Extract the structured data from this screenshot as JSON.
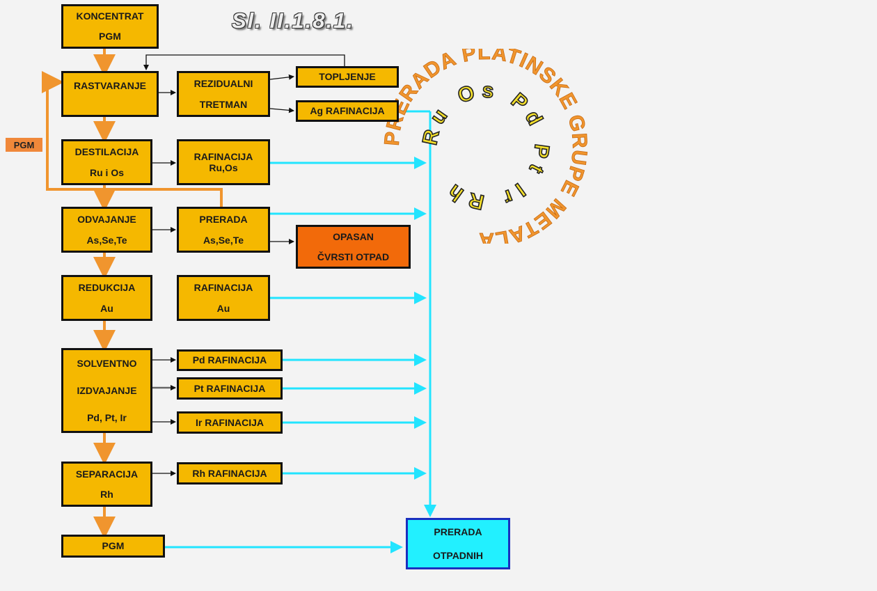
{
  "title": "Sl. II.1.8.1.",
  "side_label": "PGM",
  "ring": {
    "outer_text": "PRERADA PLATINSKE GRUPE METALA",
    "inner_text": "Ru Os Pd Pt Ir Rh",
    "outer_color": "#f0952e",
    "inner_color": "#f5e02a"
  },
  "boxes": {
    "koncentrat": [
      "KONCENTRAT",
      "PGM"
    ],
    "rastvaranje": [
      "RASTVARANJE"
    ],
    "rezidualni": [
      "REZIDUALNI",
      "TRETMAN"
    ],
    "topljenje": [
      "TOPLJENJE"
    ],
    "ag_raf": [
      "Ag RAFINACIJA"
    ],
    "destilacija": [
      "DESTILACIJA",
      "Ru i Os"
    ],
    "raf_ruos": [
      "RAFINACIJA",
      "Ru,Os"
    ],
    "odvajanje": [
      "ODVAJANJE",
      "As,Se,Te"
    ],
    "prerada_ast": [
      "PRERADA",
      "As,Se,Te"
    ],
    "opasan": [
      "OPASAN",
      "ČVRSTI OTPAD"
    ],
    "redukcija": [
      "REDUKCIJA",
      "Au"
    ],
    "raf_au": [
      "RAFINACIJA",
      "Au"
    ],
    "solventno": [
      "SOLVENTNO",
      "IZDVAJANJE",
      "Pd, Pt, Ir"
    ],
    "pd_raf": [
      "Pd RAFINACIJA"
    ],
    "pt_raf": [
      "Pt RAFINACIJA"
    ],
    "ir_raf": [
      "Ir RAFINACIJA"
    ],
    "separacija": [
      "SEPARACIJA",
      "Rh"
    ],
    "rh_raf": [
      "Rh RAFINACIJA"
    ],
    "pgm": [
      "PGM"
    ],
    "prerada_otpadnih": [
      "PRERADA",
      "OTPADNIH"
    ]
  },
  "colors": {
    "box": "#f5b800",
    "hazard": "#f26a0a",
    "waste": "#22f0ff",
    "main_flow": "#f0952e",
    "waste_flow": "#22e4ff"
  }
}
